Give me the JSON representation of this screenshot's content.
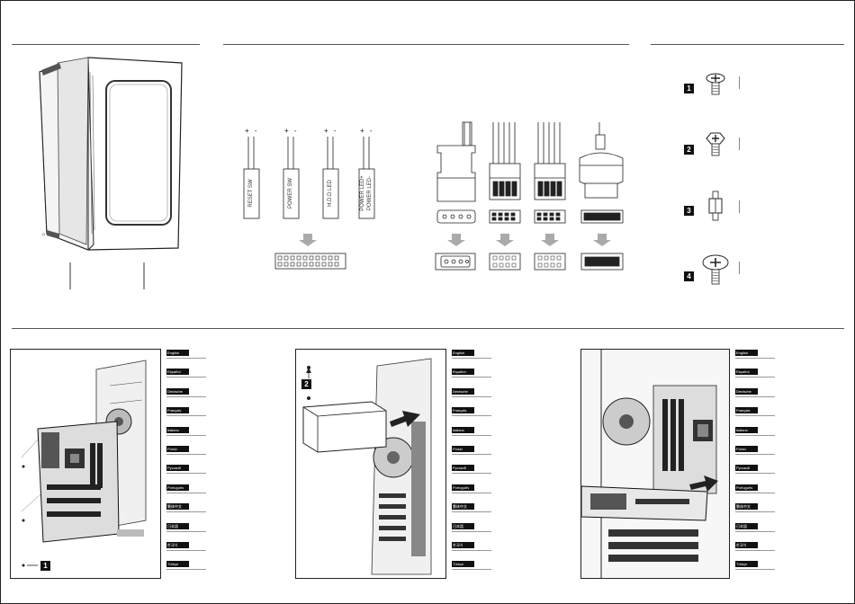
{
  "front_panel": {
    "signs": "+ -",
    "connectors": [
      {
        "label": "RESET SW"
      },
      {
        "label": "POWER SW"
      },
      {
        "label": "H.D.D LED"
      },
      {
        "label": "POWER LED+",
        "label2": "POWER LED-"
      }
    ]
  },
  "screws": {
    "steps": [
      "1",
      "2",
      "3",
      "4"
    ]
  },
  "panels": [
    {
      "step": "1"
    },
    {
      "step": "2"
    },
    {
      "step": null
    }
  ],
  "languages": [
    "English",
    "Español",
    "Deutsche",
    "Français",
    "Italiano",
    "Polski",
    "Русский",
    "Português",
    "繁体中文",
    "日本語",
    "한국어",
    "Türkçe"
  ]
}
